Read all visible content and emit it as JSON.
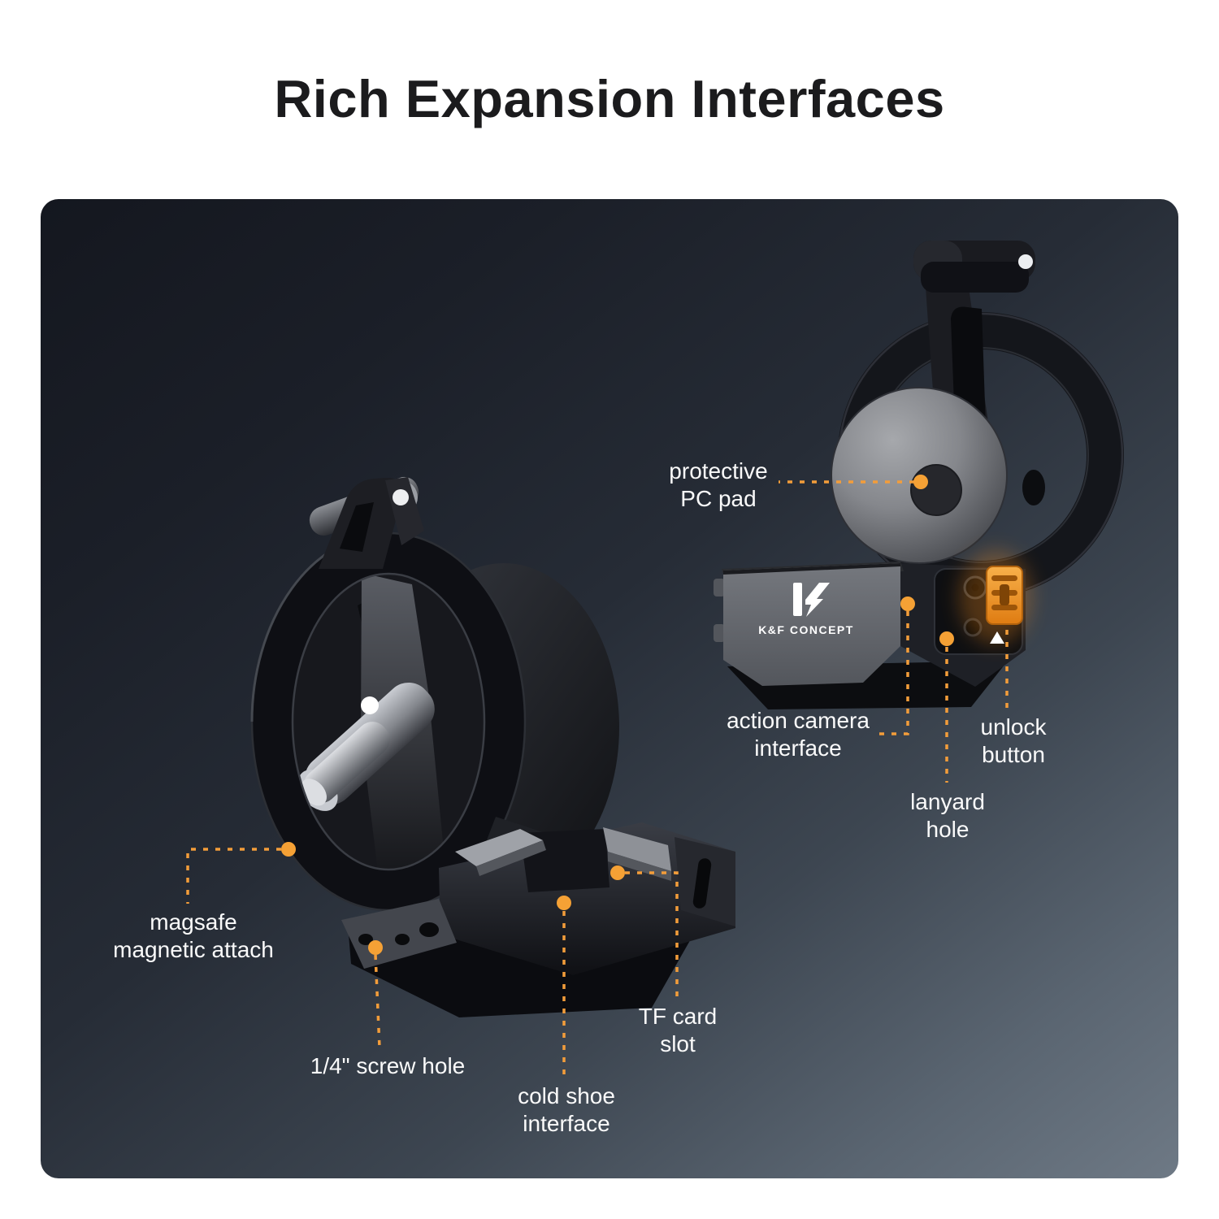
{
  "title": "Rich Expansion Interfaces",
  "brand": {
    "name": "K&F CONCEPT"
  },
  "colors": {
    "accent_orange": "#F39D3A",
    "unlock_button_orange": "#E8851C",
    "panel_dark": "#14171F",
    "panel_light": "#6E7985",
    "title_color": "#1B1B1D",
    "label_color": "#FAFAFA"
  },
  "callouts": {
    "magsafe": {
      "lines": [
        "magsafe",
        "magnetic attach"
      ]
    },
    "quarter_screw": {
      "lines": [
        "1/4\" screw hole"
      ]
    },
    "cold_shoe": {
      "lines": [
        "cold shoe",
        "interface"
      ]
    },
    "tf_card": {
      "lines": [
        "TF card",
        "slot"
      ]
    },
    "pc_pad": {
      "lines": [
        "protective",
        "PC pad"
      ]
    },
    "action_camera": {
      "lines": [
        "action camera",
        "interface"
      ]
    },
    "unlock": {
      "lines": [
        "unlock",
        "button"
      ]
    },
    "lanyard": {
      "lines": [
        "lanyard",
        "hole"
      ]
    }
  }
}
